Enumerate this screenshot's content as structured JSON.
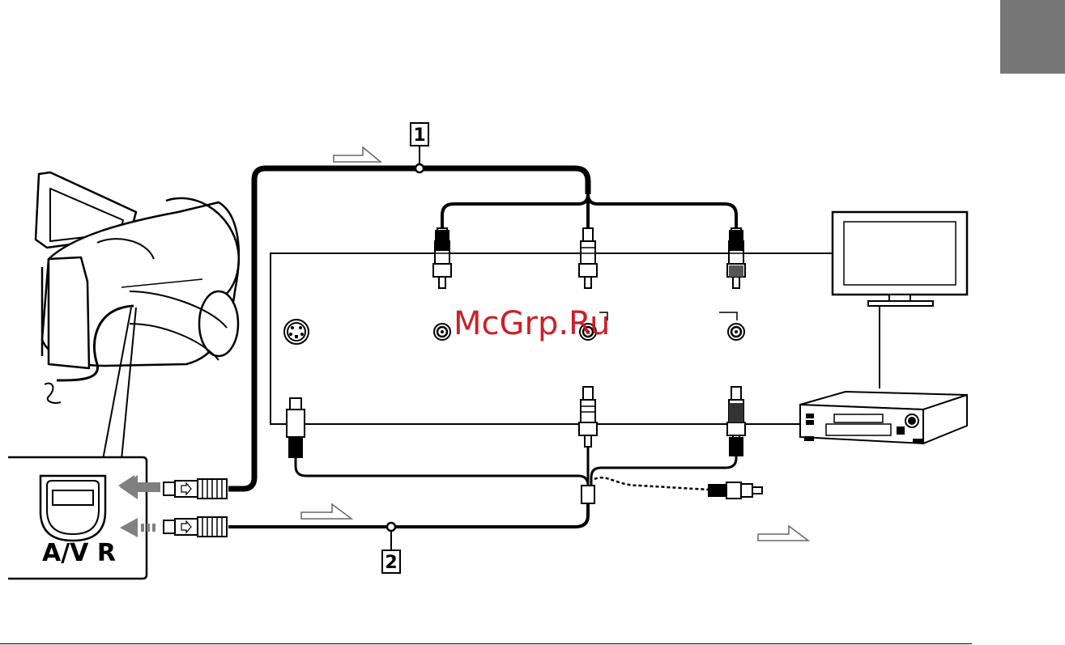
{
  "watermark": "McGrp.Ru",
  "callouts": {
    "cable_1": "1",
    "cable_2": "2"
  },
  "connector_panel": {
    "port_label": "A/V R"
  },
  "colors": {
    "side_tab": "#777777",
    "watermark": "#c8151d",
    "arrow_fill": "#808080"
  }
}
